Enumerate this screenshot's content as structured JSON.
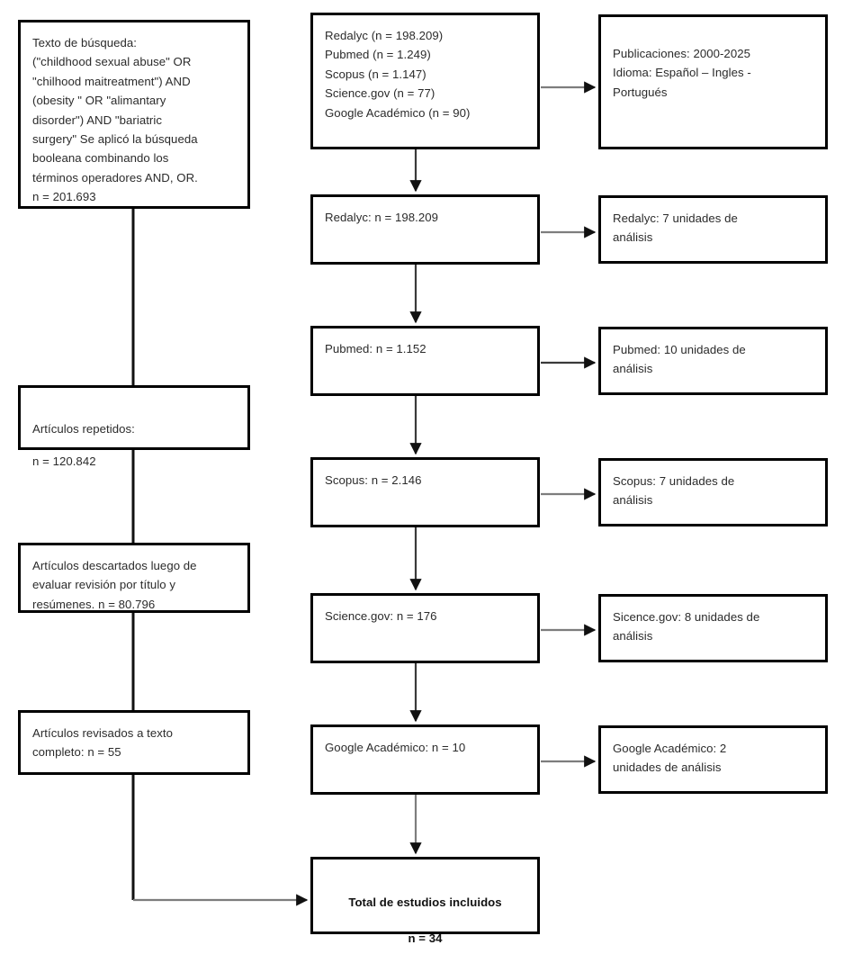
{
  "diagram": {
    "title_hidden": "Diagrama de flujo de seleccion de estudios",
    "stroke_color": "#000000",
    "connector_color_gray": "#7d7d7d",
    "connector_color_dark": "#3a3a3a",
    "text_color": "#2b2b2b"
  },
  "left_column": {
    "search_box": {
      "text": "Texto de búsqueda:\n(\"childhood sexual abuse\" OR\n\"chilhood maitreatment\") AND\n(obesity \" OR \"alimantary\ndisorder\") AND \"bariatric\nsurgery\" Se aplicó la búsqueda\nbooleana combinando los\ntérminos operadores AND, OR.\nn = 201.693"
    },
    "repeated_box": {
      "line1": "Artículos repetidos:",
      "line2": "n = 120.842"
    },
    "discarded_box": {
      "text": "Artículos descartados luego de\nevaluar revisión por título y\nresúmenes.  n = 80.796"
    },
    "fulltext_box": {
      "text": "Artículos revisados a texto\ncompleto: n = 55"
    }
  },
  "center_column": {
    "sources_box": {
      "text": "Redalyc (n = 198.209)\nPubmed (n = 1.249)\nScopus (n = 1.147)\nScience.gov (n = 77)\nGoogle Académico (n = 90)"
    },
    "steps": [
      {
        "label": "Redalyc: n = 198.209"
      },
      {
        "label": "Pubmed: n = 1.152"
      },
      {
        "label": "Scopus: n = 2.146"
      },
      {
        "label": "Science.gov: n = 176"
      },
      {
        "label": "Google Académico: n = 10"
      }
    ],
    "total_box": {
      "title": "Total de estudios incluidos",
      "n": "n = 34"
    }
  },
  "right_column": {
    "filters_box": {
      "text": "Publicaciones: 2000-2025\nIdioma: Español – Ingles -\nPortugués"
    },
    "results": [
      {
        "label": "Redalyc: 7 unidades de\nanálisis"
      },
      {
        "label": "Pubmed: 10 unidades de\nanálisis"
      },
      {
        "label": "Scopus: 7  unidades de\nanálisis"
      },
      {
        "label": "Sicence.gov: 8 unidades de\nanálisis"
      },
      {
        "label": "Google Académico: 2\nunidades de análisis"
      }
    ]
  }
}
